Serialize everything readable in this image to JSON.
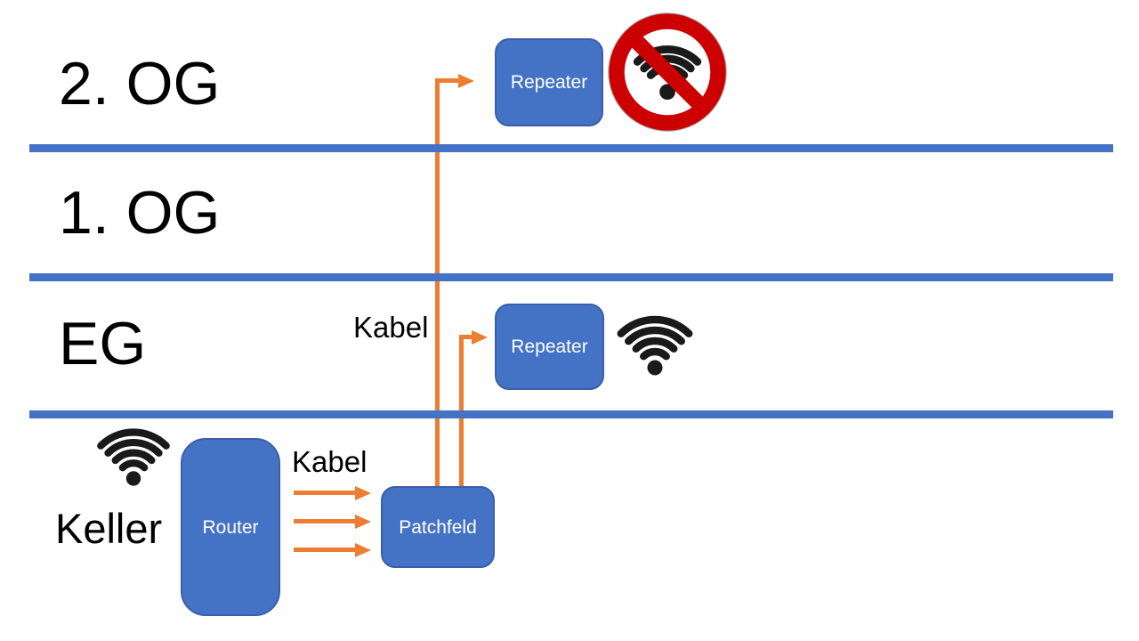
{
  "floors": {
    "og2": {
      "label": "2. OG"
    },
    "og1": {
      "label": "1. OG"
    },
    "eg": {
      "label": "EG"
    },
    "keller": {
      "label": "Keller"
    }
  },
  "nodes": {
    "repeater_og2": {
      "label": "Repeater"
    },
    "repeater_eg": {
      "label": "Repeater"
    },
    "router": {
      "label": "Router"
    },
    "patchfeld": {
      "label": "Patchfeld"
    }
  },
  "cables": {
    "kabel_eg": {
      "label": "Kabel"
    },
    "kabel_keller": {
      "label": "Kabel"
    }
  },
  "icons": {
    "wifi_keller": "wifi-icon",
    "wifi_eg": "wifi-icon",
    "no_wifi_og2": "no-wifi-icon"
  },
  "colors": {
    "box_fill": "#4472C4",
    "box_border": "#3A5FA8",
    "floor_divider": "#4472C4",
    "cable_orange": "#ED7D31",
    "wifi_black": "#1A1A1A",
    "prohibition_red": "#CC0000",
    "sign_outline_gray": "#A6A6A6"
  }
}
